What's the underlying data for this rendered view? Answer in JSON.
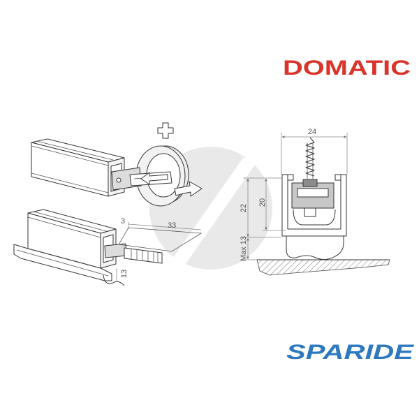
{
  "brand": {
    "logo_text": "DOMATIC",
    "color": "#d8342b"
  },
  "retailer": {
    "logo_text": "SPARIDE",
    "color": "#2e78bf"
  },
  "watermark": {
    "color": "#e9e9e9"
  },
  "assembly": {
    "offset_label": "3",
    "length_label": "33",
    "drop_label": "13"
  },
  "section": {
    "width_label": "24",
    "height_label": "22",
    "inner_height_label": "20",
    "max_gap_label": "Max 13"
  },
  "icons": {
    "plus": "plus-icon",
    "insert_arrow": "arrow-left-icon",
    "rotate_arrow": "arrow-right-icon"
  }
}
